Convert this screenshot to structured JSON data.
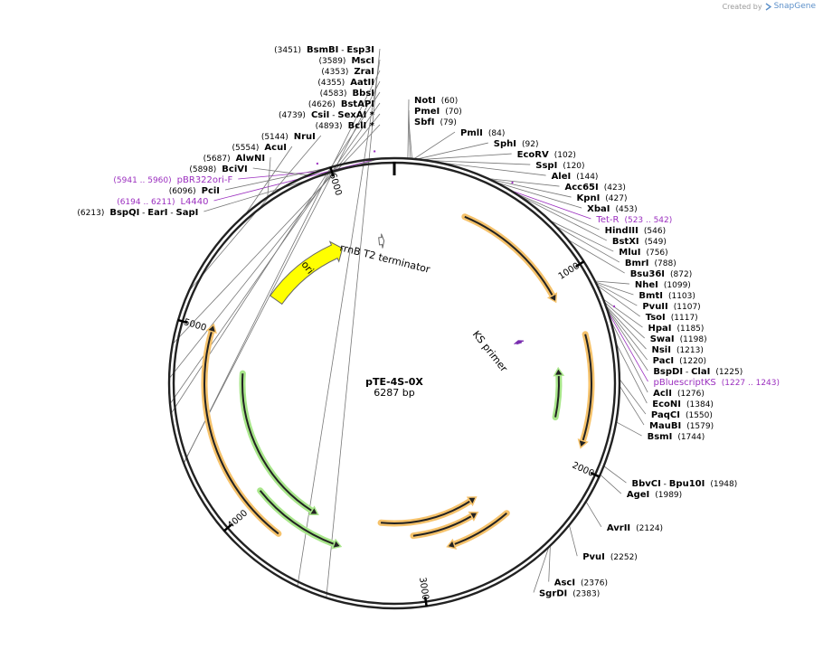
{
  "credit": {
    "created_by": "Created by",
    "brand": "SnapGene"
  },
  "plasmid": {
    "name": "pTE-4S-0X",
    "size_label": "6287 bp",
    "length": 6287
  },
  "ticks": [
    {
      "pos": 1000,
      "label": "1000"
    },
    {
      "pos": 2000,
      "label": "2000"
    },
    {
      "pos": 3000,
      "label": "3000"
    },
    {
      "pos": 4000,
      "label": "4000"
    },
    {
      "pos": 5000,
      "label": "5000"
    },
    {
      "pos": 6000,
      "label": "6000"
    }
  ],
  "enzymes": [
    {
      "pos": 60,
      "parts": [
        {
          "t": "NotI",
          "c": "n"
        },
        {
          "t": "(60)",
          "c": "p"
        }
      ]
    },
    {
      "pos": 70,
      "parts": [
        {
          "t": "PmeI",
          "c": "n"
        },
        {
          "t": "(70)",
          "c": "p"
        }
      ]
    },
    {
      "pos": 79,
      "parts": [
        {
          "t": "SbfI",
          "c": "n"
        },
        {
          "t": "(79)",
          "c": "p"
        }
      ]
    },
    {
      "pos": 84,
      "parts": [
        {
          "t": "PmlI",
          "c": "n"
        },
        {
          "t": "(84)",
          "c": "p"
        }
      ]
    },
    {
      "pos": 92,
      "parts": [
        {
          "t": "SphI",
          "c": "n"
        },
        {
          "t": "(92)",
          "c": "p"
        }
      ]
    },
    {
      "pos": 102,
      "parts": [
        {
          "t": "EcoRV",
          "c": "n"
        },
        {
          "t": "(102)",
          "c": "p"
        }
      ]
    },
    {
      "pos": 120,
      "parts": [
        {
          "t": "SspI",
          "c": "n"
        },
        {
          "t": "(120)",
          "c": "p"
        }
      ]
    },
    {
      "pos": 144,
      "parts": [
        {
          "t": "AleI",
          "c": "n"
        },
        {
          "t": "(144)",
          "c": "p"
        }
      ]
    },
    {
      "pos": 423,
      "parts": [
        {
          "t": "Acc65I",
          "c": "n"
        },
        {
          "t": "(423)",
          "c": "p"
        }
      ]
    },
    {
      "pos": 427,
      "parts": [
        {
          "t": "KpnI",
          "c": "n"
        },
        {
          "t": "(427)",
          "c": "p"
        }
      ]
    },
    {
      "pos": 453,
      "parts": [
        {
          "t": "XbaI",
          "c": "n"
        },
        {
          "t": "(453)",
          "c": "p"
        }
      ]
    },
    {
      "pos": 532,
      "feature": true,
      "parts": [
        {
          "t": "Tet-R",
          "c": "f"
        },
        {
          "t": "(523 .. 542)",
          "c": "fp"
        }
      ]
    },
    {
      "pos": 546,
      "parts": [
        {
          "t": "HindIII",
          "c": "n"
        },
        {
          "t": "(546)",
          "c": "p"
        }
      ]
    },
    {
      "pos": 549,
      "parts": [
        {
          "t": "BstXI",
          "c": "n"
        },
        {
          "t": "(549)",
          "c": "p"
        }
      ]
    },
    {
      "pos": 756,
      "parts": [
        {
          "t": "MluI",
          "c": "n"
        },
        {
          "t": "(756)",
          "c": "p"
        }
      ]
    },
    {
      "pos": 788,
      "parts": [
        {
          "t": "BmrI",
          "c": "n"
        },
        {
          "t": "(788)",
          "c": "p"
        }
      ]
    },
    {
      "pos": 872,
      "parts": [
        {
          "t": "Bsu36I",
          "c": "n"
        },
        {
          "t": "(872)",
          "c": "p"
        }
      ]
    },
    {
      "pos": 1099,
      "parts": [
        {
          "t": "NheI",
          "c": "n"
        },
        {
          "t": "(1099)",
          "c": "p"
        }
      ]
    },
    {
      "pos": 1103,
      "parts": [
        {
          "t": "BmtI",
          "c": "n"
        },
        {
          "t": "(1103)",
          "c": "p"
        }
      ]
    },
    {
      "pos": 1107,
      "parts": [
        {
          "t": "PvuII",
          "c": "n"
        },
        {
          "t": "(1107)",
          "c": "p"
        }
      ]
    },
    {
      "pos": 1117,
      "parts": [
        {
          "t": "TsoI",
          "c": "n"
        },
        {
          "t": "(1117)",
          "c": "p"
        }
      ]
    },
    {
      "pos": 1185,
      "parts": [
        {
          "t": "HpaI",
          "c": "n"
        },
        {
          "t": "(1185)",
          "c": "p"
        }
      ]
    },
    {
      "pos": 1198,
      "parts": [
        {
          "t": "SwaI",
          "c": "n"
        },
        {
          "t": "(1198)",
          "c": "p"
        }
      ]
    },
    {
      "pos": 1213,
      "parts": [
        {
          "t": "NsiI",
          "c": "n"
        },
        {
          "t": "(1213)",
          "c": "p"
        }
      ]
    },
    {
      "pos": 1220,
      "parts": [
        {
          "t": "PacI",
          "c": "n"
        },
        {
          "t": "(1220)",
          "c": "p"
        }
      ]
    },
    {
      "pos": 1225,
      "parts": [
        {
          "t": "BspDI",
          "c": "n"
        },
        {
          "t": " - ",
          "c": "s"
        },
        {
          "t": "ClaI",
          "c": "n"
        },
        {
          "t": "(1225)",
          "c": "p"
        }
      ]
    },
    {
      "pos": 1235,
      "feature": true,
      "parts": [
        {
          "t": "pBluescriptKS",
          "c": "f"
        },
        {
          "t": "(1227 .. 1243)",
          "c": "fp"
        }
      ]
    },
    {
      "pos": 1276,
      "parts": [
        {
          "t": "AclI",
          "c": "n"
        },
        {
          "t": "(1276)",
          "c": "p"
        }
      ]
    },
    {
      "pos": 1384,
      "parts": [
        {
          "t": "EcoNI",
          "c": "n"
        },
        {
          "t": "(1384)",
          "c": "p"
        }
      ]
    },
    {
      "pos": 1550,
      "parts": [
        {
          "t": "PaqCI",
          "c": "n"
        },
        {
          "t": "(1550)",
          "c": "p"
        }
      ]
    },
    {
      "pos": 1579,
      "parts": [
        {
          "t": "MauBI",
          "c": "n"
        },
        {
          "t": "(1579)",
          "c": "p"
        }
      ]
    },
    {
      "pos": 1744,
      "parts": [
        {
          "t": "BsmI",
          "c": "n"
        },
        {
          "t": "(1744)",
          "c": "p"
        }
      ]
    },
    {
      "pos": 1948,
      "parts": [
        {
          "t": "BbvCI",
          "c": "n"
        },
        {
          "t": " - ",
          "c": "s"
        },
        {
          "t": "Bpu10I",
          "c": "n"
        },
        {
          "t": "(1948)",
          "c": "p"
        }
      ]
    },
    {
      "pos": 1989,
      "parts": [
        {
          "t": "AgeI",
          "c": "n"
        },
        {
          "t": "(1989)",
          "c": "p"
        }
      ]
    },
    {
      "pos": 2124,
      "parts": [
        {
          "t": "AvrII",
          "c": "n"
        },
        {
          "t": "(2124)",
          "c": "p"
        }
      ]
    },
    {
      "pos": 2252,
      "parts": [
        {
          "t": "PvuI",
          "c": "n"
        },
        {
          "t": "(2252)",
          "c": "p"
        }
      ]
    },
    {
      "pos": 2376,
      "parts": [
        {
          "t": "AscI",
          "c": "n"
        },
        {
          "t": "(2376)",
          "c": "p"
        }
      ]
    },
    {
      "pos": 2383,
      "parts": [
        {
          "t": "SgrDI",
          "c": "n"
        },
        {
          "t": "(2383)",
          "c": "p"
        }
      ]
    },
    {
      "pos": 3451,
      "parts": [
        {
          "t": "(3451)",
          "c": "p"
        },
        {
          "t": "BsmBI",
          "c": "n"
        },
        {
          "t": " - ",
          "c": "s"
        },
        {
          "t": "Esp3I",
          "c": "n"
        }
      ]
    },
    {
      "pos": 3589,
      "parts": [
        {
          "t": "(3589)",
          "c": "p"
        },
        {
          "t": "MscI",
          "c": "n"
        }
      ]
    },
    {
      "pos": 4353,
      "parts": [
        {
          "t": "(4353)",
          "c": "p"
        },
        {
          "t": "ZraI",
          "c": "n"
        }
      ]
    },
    {
      "pos": 4355,
      "parts": [
        {
          "t": "(4355)",
          "c": "p"
        },
        {
          "t": "AatII",
          "c": "n"
        }
      ]
    },
    {
      "pos": 4583,
      "parts": [
        {
          "t": "(4583)",
          "c": "p"
        },
        {
          "t": "BbsI",
          "c": "n"
        }
      ]
    },
    {
      "pos": 4626,
      "parts": [
        {
          "t": "(4626)",
          "c": "p"
        },
        {
          "t": "BstAPI",
          "c": "n"
        }
      ]
    },
    {
      "pos": 4739,
      "parts": [
        {
          "t": "(4739)",
          "c": "p"
        },
        {
          "t": "CsiI",
          "c": "n"
        },
        {
          "t": " - ",
          "c": "s"
        },
        {
          "t": "SexAI *",
          "c": "n"
        }
      ]
    },
    {
      "pos": 4893,
      "parts": [
        {
          "t": "(4893)",
          "c": "p"
        },
        {
          "t": "BclI *",
          "c": "n"
        }
      ]
    },
    {
      "pos": 5144,
      "parts": [
        {
          "t": "(5144)",
          "c": "p"
        },
        {
          "t": "NruI",
          "c": "n"
        }
      ]
    },
    {
      "pos": 5554,
      "parts": [
        {
          "t": "(5554)",
          "c": "p"
        },
        {
          "t": "AcuI",
          "c": "n"
        }
      ]
    },
    {
      "pos": 5687,
      "parts": [
        {
          "t": "(5687)",
          "c": "p"
        },
        {
          "t": "AlwNI",
          "c": "n"
        }
      ]
    },
    {
      "pos": 5898,
      "parts": [
        {
          "t": "(5898)",
          "c": "p"
        },
        {
          "t": "BciVI",
          "c": "n"
        }
      ]
    },
    {
      "pos": 5950,
      "feature": true,
      "parts": [
        {
          "t": "(5941 .. 5960)",
          "c": "fp"
        },
        {
          "t": "pBR322ori-F",
          "c": "f"
        }
      ]
    },
    {
      "pos": 6096,
      "parts": [
        {
          "t": "(6096)",
          "c": "p"
        },
        {
          "t": "PciI",
          "c": "n"
        }
      ]
    },
    {
      "pos": 6202,
      "feature": true,
      "parts": [
        {
          "t": "(6194 .. 6211)",
          "c": "fp"
        },
        {
          "t": "L4440",
          "c": "f"
        }
      ]
    },
    {
      "pos": 6213,
      "parts": [
        {
          "t": "(6213)",
          "c": "p"
        },
        {
          "t": "BspQI",
          "c": "n"
        },
        {
          "t": " - ",
          "c": "s"
        },
        {
          "t": "EarI",
          "c": "n"
        },
        {
          "t": " - ",
          "c": "s"
        },
        {
          "t": "SapI",
          "c": "n"
        }
      ]
    }
  ],
  "features": [
    {
      "label": "ori",
      "start": 5330,
      "end": 5920,
      "dir": "cw",
      "kind": "ori",
      "color": "#ffff00"
    },
    {
      "label": "rrnB T2 terminator",
      "start": 6180,
      "end": 6215,
      "dir": "cw",
      "kind": "terminator",
      "color": "#ffffff"
    },
    {
      "label": "KS primer",
      "start": 1240,
      "end": 1262,
      "dir": "ccw",
      "kind": "primer",
      "color": "#7a2fb0"
    },
    {
      "label": "",
      "start": 400,
      "end": 1105,
      "dir": "cw",
      "kind": "orf",
      "color": "#f5c26b"
    },
    {
      "label": "",
      "start": 1320,
      "end": 1905,
      "dir": "cw",
      "kind": "orf",
      "color": "#f5c26b"
    },
    {
      "label": "",
      "start": 1480,
      "end": 1780,
      "dir": "ccw",
      "kind": "orf",
      "color": "#a8e68a"
    },
    {
      "label": "",
      "start": 2430,
      "end": 2830,
      "dir": "cw",
      "kind": "orf",
      "color": "#f5c26b"
    },
    {
      "label": "",
      "start": 2570,
      "end": 3020,
      "dir": "ccw",
      "kind": "orf",
      "color": "#f5c26b"
    },
    {
      "label": "",
      "start": 2520,
      "end": 3240,
      "dir": "ccw",
      "kind": "orf",
      "color": "#f5c26b"
    },
    {
      "label": "",
      "start": 3800,
      "end": 5030,
      "dir": "cw",
      "kind": "orf",
      "color": "#f5c26b"
    },
    {
      "label": "",
      "start": 3460,
      "end": 4040,
      "dir": "ccw",
      "kind": "orf",
      "color": "#a8e68a"
    },
    {
      "label": "",
      "start": 3670,
      "end": 4780,
      "dir": "ccw",
      "kind": "orf",
      "color": "#a8e68a"
    }
  ]
}
